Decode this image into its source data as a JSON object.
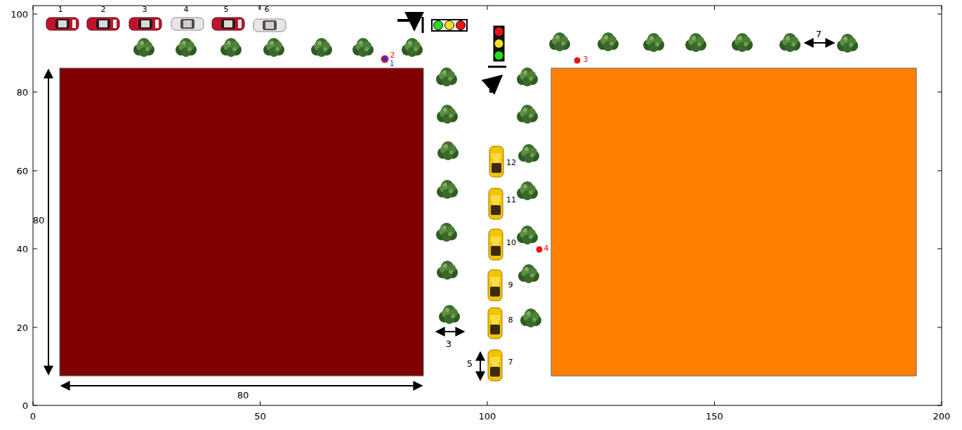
{
  "diagram": {
    "labels": [
      "0",
      "50",
      "100",
      "150",
      "200",
      "0",
      "20",
      "40",
      "60",
      "80",
      "100",
      "1",
      "2",
      "3",
      "4",
      "5",
      "6",
      "12",
      "11",
      "10",
      "9",
      "8",
      "7",
      "2",
      "1",
      "3",
      "4",
      "80",
      "80",
      "3",
      "5",
      "7"
    ]
  }
}
